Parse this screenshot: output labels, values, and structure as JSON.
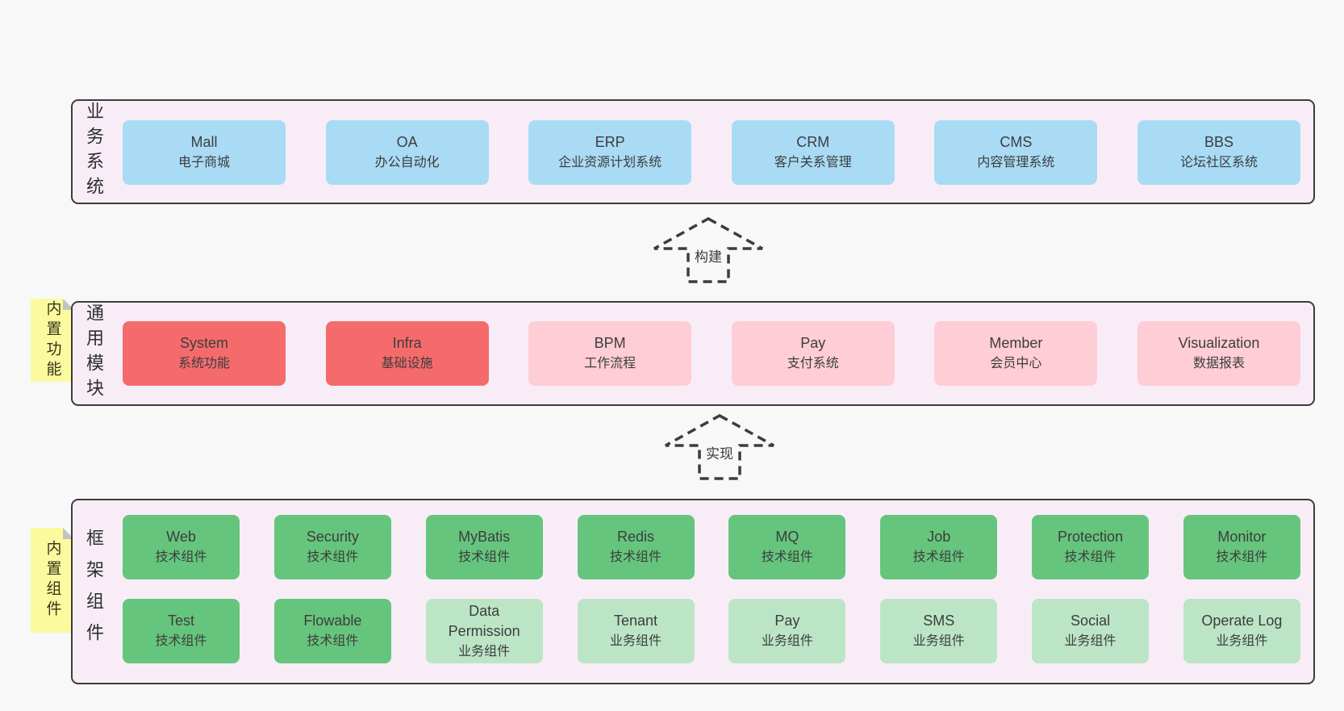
{
  "diagram": {
    "layers": [
      {
        "label": "业务系统",
        "boxes": [
          {
            "title": "Mall",
            "subtitle": "电子商城"
          },
          {
            "title": "OA",
            "subtitle": "办公自动化"
          },
          {
            "title": "ERP",
            "subtitle": "企业资源计划系统"
          },
          {
            "title": "CRM",
            "subtitle": "客户关系管理"
          },
          {
            "title": "CMS",
            "subtitle": "内容管理系统"
          },
          {
            "title": "BBS",
            "subtitle": "论坛社区系统"
          }
        ]
      },
      {
        "label": "通用模块",
        "sticky": "内置功能",
        "boxes": [
          {
            "title": "System",
            "subtitle": "系统功能"
          },
          {
            "title": "Infra",
            "subtitle": "基础设施"
          },
          {
            "title": "BPM",
            "subtitle": "工作流程"
          },
          {
            "title": "Pay",
            "subtitle": "支付系统"
          },
          {
            "title": "Member",
            "subtitle": "会员中心"
          },
          {
            "title": "Visualization",
            "subtitle": "数据报表"
          }
        ]
      },
      {
        "label": "框架组件",
        "sticky": "内置组件",
        "rows": [
          [
            {
              "title": "Web",
              "subtitle": "技术组件"
            },
            {
              "title": "Security",
              "subtitle": "技术组件"
            },
            {
              "title": "MyBatis",
              "subtitle": "技术组件"
            },
            {
              "title": "Redis",
              "subtitle": "技术组件"
            },
            {
              "title": "MQ",
              "subtitle": "技术组件"
            },
            {
              "title": "Job",
              "subtitle": "技术组件"
            },
            {
              "title": "Protection",
              "subtitle": "技术组件"
            },
            {
              "title": "Monitor",
              "subtitle": "技术组件"
            }
          ],
          [
            {
              "title": "Test",
              "subtitle": "技术组件"
            },
            {
              "title": "Flowable",
              "subtitle": "技术组件"
            },
            {
              "title": "Data Permission",
              "subtitle": "业务组件"
            },
            {
              "title": "Tenant",
              "subtitle": "业务组件"
            },
            {
              "title": "Pay",
              "subtitle": "业务组件"
            },
            {
              "title": "SMS",
              "subtitle": "业务组件"
            },
            {
              "title": "Social",
              "subtitle": "业务组件"
            },
            {
              "title": "Operate Log",
              "subtitle": "业务组件"
            }
          ]
        ]
      }
    ],
    "arrows": [
      {
        "label": "构建"
      },
      {
        "label": "实现"
      }
    ],
    "palette": {
      "background": "#f8f8f8",
      "layer_fill": "#f8edf7",
      "layer_border": "#3c3c3c",
      "blue_box": "#a9dbf5",
      "red_box": "#f56b6c",
      "pink_box": "#fecdd6",
      "green_box": "#66c57d",
      "light_green_box": "#bce5c6",
      "sticky_yellow": "#fbfa9e",
      "text": "#3d3d3d"
    }
  }
}
